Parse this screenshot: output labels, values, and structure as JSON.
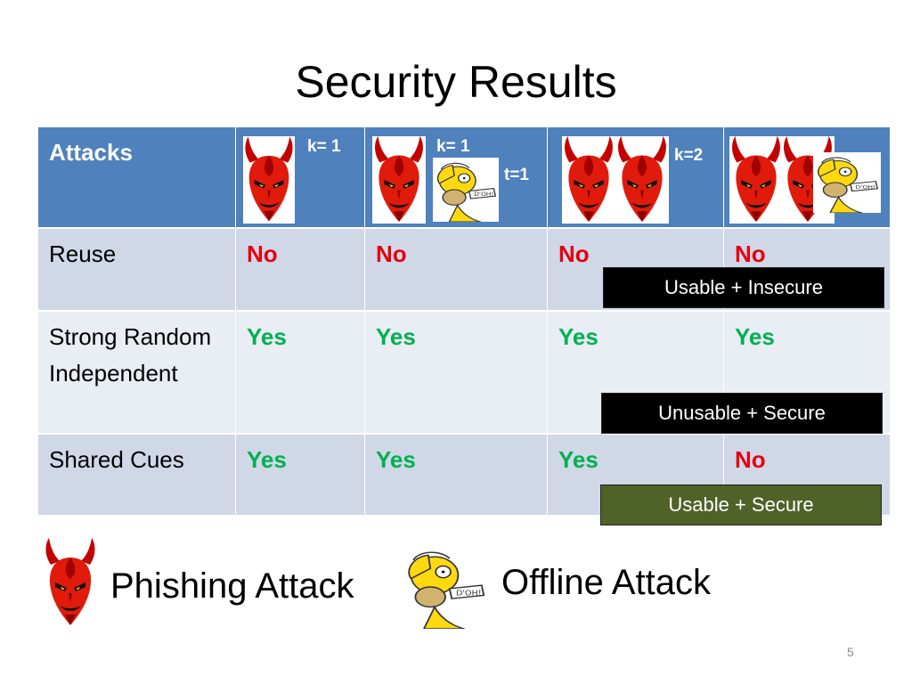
{
  "title": "Security Results",
  "table": {
    "header": {
      "attacks_label": "Attacks",
      "col1_k": "k= 1",
      "col2_k": "k= 1",
      "col2_t": "t=1",
      "col3_k": "k=2"
    },
    "rows": [
      {
        "label": "Reuse",
        "values": [
          "No",
          "No",
          "No",
          "No"
        ]
      },
      {
        "label": "Strong Random Independent",
        "values": [
          "Yes",
          "Yes",
          "Yes",
          "Yes"
        ]
      },
      {
        "label": "Shared Cues",
        "values": [
          "Yes",
          "Yes",
          "Yes",
          "No"
        ]
      }
    ]
  },
  "overlays": {
    "usable_insecure": "Usable + Insecure",
    "unusable_secure": "Unusable + Secure",
    "usable_secure": "Usable + Secure"
  },
  "legend": {
    "phishing": "Phishing Attack",
    "offline": "Offline Attack"
  },
  "page_number": "5",
  "colors": {
    "header_blue": "#4f81bd",
    "row_dark": "#d0d8e8",
    "row_light": "#e9edf4",
    "no_red": "#e3000f",
    "yes_green": "#00b050",
    "usable_secure_bg": "#4f6228"
  },
  "icons": [
    "devil-icon",
    "homer-doh-icon"
  ]
}
